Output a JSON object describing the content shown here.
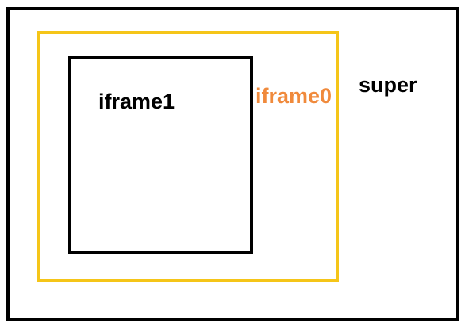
{
  "frames": {
    "super": {
      "label": "super",
      "border_color": "#000000",
      "label_color": "#000000"
    },
    "iframe0": {
      "label": "iframe0",
      "border_color": "#f5c518",
      "label_color": "#f08a3c"
    },
    "iframe1": {
      "label": "iframe1",
      "border_color": "#000000",
      "label_color": "#000000"
    }
  }
}
